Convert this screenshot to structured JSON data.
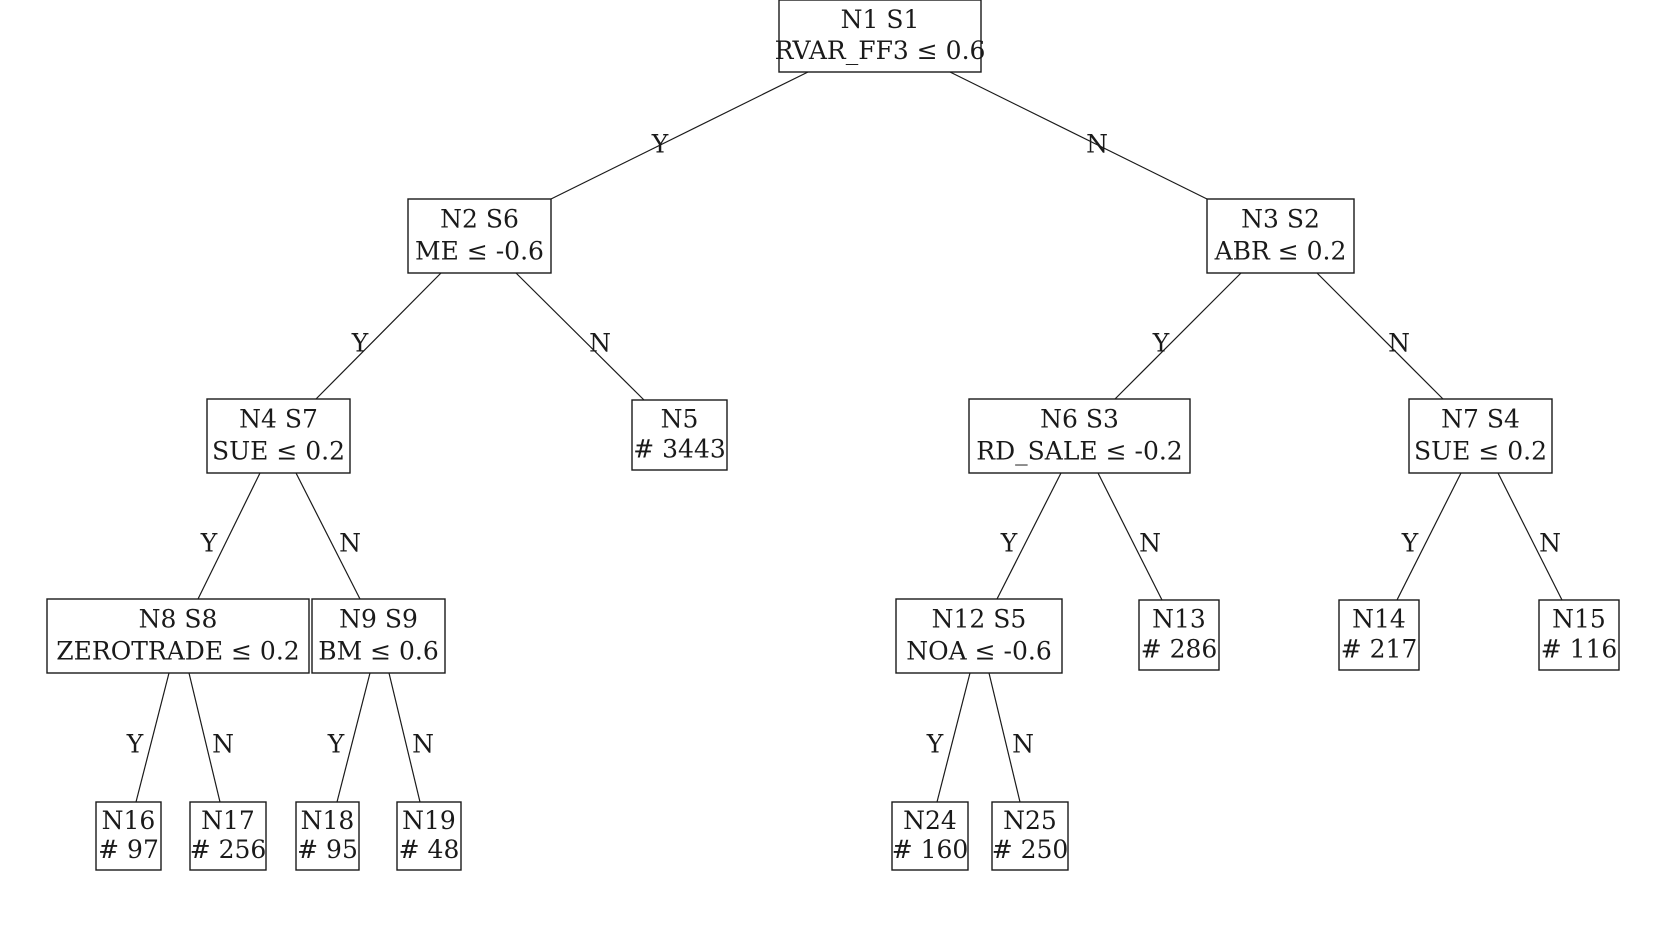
{
  "tree": {
    "nodes": [
      {
        "id": "N1",
        "line1": "N1 S1",
        "line2": "RVAR_FF3 ≤ 0.6"
      },
      {
        "id": "N2",
        "line1": "N2 S6",
        "line2": "ME ≤ -0.6"
      },
      {
        "id": "N3",
        "line1": "N3 S2",
        "line2": "ABR ≤ 0.2"
      },
      {
        "id": "N4",
        "line1": "N4 S7",
        "line2": "SUE ≤ 0.2"
      },
      {
        "id": "N5",
        "line1": "N5",
        "line2": "# 3443"
      },
      {
        "id": "N6",
        "line1": "N6 S3",
        "line2": "RD_SALE ≤ -0.2"
      },
      {
        "id": "N7",
        "line1": "N7 S4",
        "line2": "SUE ≤ 0.2"
      },
      {
        "id": "N8",
        "line1": "N8 S8",
        "line2": "ZEROTRADE ≤ 0.2"
      },
      {
        "id": "N9",
        "line1": "N9 S9",
        "line2": "BM ≤ 0.6"
      },
      {
        "id": "N12",
        "line1": "N12 S5",
        "line2": "NOA ≤ -0.6"
      },
      {
        "id": "N13",
        "line1": "N13",
        "line2": "# 286"
      },
      {
        "id": "N14",
        "line1": "N14",
        "line2": "# 217"
      },
      {
        "id": "N15",
        "line1": "N15",
        "line2": "# 116"
      },
      {
        "id": "N16",
        "line1": "N16",
        "line2": "# 97"
      },
      {
        "id": "N17",
        "line1": "N17",
        "line2": "# 256"
      },
      {
        "id": "N18",
        "line1": "N18",
        "line2": "# 95"
      },
      {
        "id": "N19",
        "line1": "N19",
        "line2": "# 48"
      },
      {
        "id": "N24",
        "line1": "N24",
        "line2": "# 160"
      },
      {
        "id": "N25",
        "line1": "N25",
        "line2": "# 250"
      }
    ],
    "edges": [
      {
        "from": "N1",
        "to": "N2",
        "label": "Y"
      },
      {
        "from": "N1",
        "to": "N3",
        "label": "N"
      },
      {
        "from": "N2",
        "to": "N4",
        "label": "Y"
      },
      {
        "from": "N2",
        "to": "N5",
        "label": "N"
      },
      {
        "from": "N3",
        "to": "N6",
        "label": "Y"
      },
      {
        "from": "N3",
        "to": "N7",
        "label": "N"
      },
      {
        "from": "N4",
        "to": "N8",
        "label": "Y"
      },
      {
        "from": "N4",
        "to": "N9",
        "label": "N"
      },
      {
        "from": "N6",
        "to": "N12",
        "label": "Y"
      },
      {
        "from": "N6",
        "to": "N13",
        "label": "N"
      },
      {
        "from": "N7",
        "to": "N14",
        "label": "Y"
      },
      {
        "from": "N7",
        "to": "N15",
        "label": "N"
      },
      {
        "from": "N8",
        "to": "N16",
        "label": "Y"
      },
      {
        "from": "N8",
        "to": "N17",
        "label": "N"
      },
      {
        "from": "N9",
        "to": "N18",
        "label": "Y"
      },
      {
        "from": "N9",
        "to": "N19",
        "label": "N"
      },
      {
        "from": "N12",
        "to": "N24",
        "label": "Y"
      },
      {
        "from": "N12",
        "to": "N25",
        "label": "N"
      }
    ]
  }
}
